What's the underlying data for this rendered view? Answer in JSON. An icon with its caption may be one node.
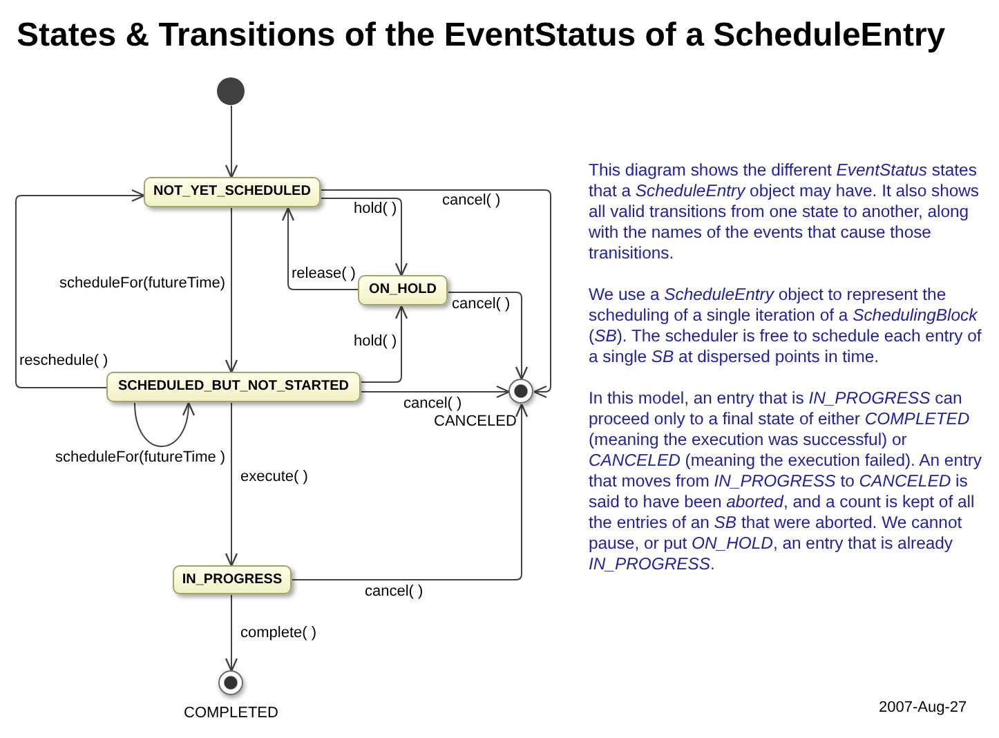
{
  "diagram": {
    "title": "States & Transitions of the EventStatus of a ScheduleEntry",
    "nodes": [
      {
        "text": [],
        "shape": "circle"
      },
      {
        "text": [
          "NOT_YET_SCHEDULED"
        ]
      },
      {
        "text": [
          "ON_HOLD"
        ]
      },
      {
        "text": [
          "SCHEDULED_BUT_NOT_STARTED"
        ]
      },
      {
        "text": [],
        "shape": "bullseye",
        "beside": [
          "CANCELED"
        ]
      },
      {
        "text": [
          "IN_PROGRESS"
        ]
      },
      {
        "text": [],
        "shape": "bullseye",
        "beside": [
          "COMPLETED"
        ]
      }
    ],
    "edges": [
      {
        "from": 0,
        "to": 1,
        "arrow": "to"
      },
      {
        "from": 1,
        "to": 2,
        "arrow": "to",
        "label": "hold( )"
      },
      {
        "from": 2,
        "to": 1,
        "arrow": "to",
        "label": "release( )"
      },
      {
        "from": 1,
        "to": 4,
        "arrow": "to",
        "label": "cancel( )"
      },
      {
        "from": 2,
        "to": 4,
        "arrow": "to",
        "label": "cancel( )"
      },
      {
        "from": 1,
        "to": 3,
        "arrow": "to",
        "label": "scheduleFor(futureTime)"
      },
      {
        "from": 3,
        "to": 1,
        "arrow": "to",
        "label": "reschedule( )"
      },
      {
        "from": 3,
        "to": 2,
        "arrow": "to",
        "label": "hold( )"
      },
      {
        "from": 3,
        "to": 4,
        "arrow": "to",
        "label": "cancel( )"
      },
      {
        "from": 3,
        "to": 3,
        "arrow": "to",
        "label": "scheduleFor(futureTime )"
      },
      {
        "from": 3,
        "to": 5,
        "arrow": "to",
        "label": "execute( )"
      },
      {
        "from": 5,
        "to": 4,
        "arrow": "to",
        "label": "cancel( )"
      },
      {
        "from": 5,
        "to": 6,
        "arrow": "to",
        "label": "complete( )"
      }
    ],
    "labels": [
      "This diagram shows the different *EventStatus* states that a *ScheduleEntry* object may have. It also shows all valid transitions from one state to another, along with the names of the events that cause those tranisitions.",
      "We use a *ScheduleEntry* object to represent the scheduling of a single iteration of a *SchedulingBlock* (*SB*). The scheduler is free to schedule each entry of a single *SB* at dispersed points in time.",
      "In this model, an entry that is *IN_PROGRESS* can proceed only to a final state of either *COMPLETED* (meaning the execution was successful) or *CANCELED* (meaning the execution failed). An entry that moves from *IN_PROGRESS* to *CANCELED* is said to have been *aborted*, and a count is kept of all the entries of an *SB* that were aborted. We cannot pause, or put *ON_HOLD*, an entry that is already *IN_PROGRESS*.",
      "2007-Aug-27"
    ]
  }
}
